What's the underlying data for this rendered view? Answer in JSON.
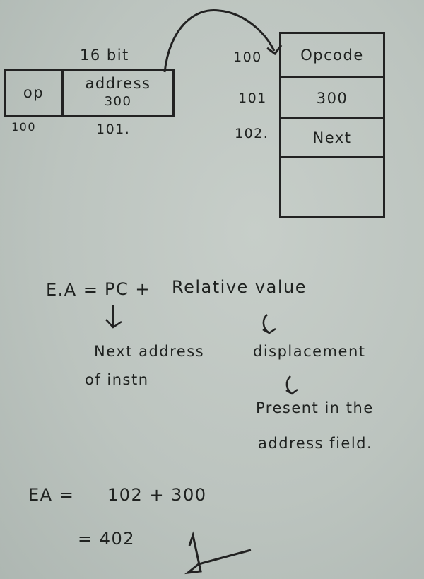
{
  "instruction_format": {
    "width_label": "16 bit",
    "fields": [
      {
        "label": "op"
      },
      {
        "label": "address",
        "value": "300"
      }
    ],
    "addresses": [
      "100",
      "101."
    ]
  },
  "memory": {
    "rows": [
      {
        "address": "100",
        "content": "Opcode"
      },
      {
        "address": "101",
        "content": "300"
      },
      {
        "address": "102.",
        "content": "Next"
      },
      {
        "address": "",
        "content": ""
      }
    ]
  },
  "formula": {
    "lhs": "E.A =",
    "term1": "PC +",
    "term2": "Relative value",
    "term1_note": [
      "Next address",
      "of instn"
    ],
    "term2_note": "displacement",
    "term2_note2": [
      "Present in the",
      "address field."
    ]
  },
  "calculation": {
    "line1_lhs": "EA =",
    "line1_rhs": "102 + 300",
    "line2": "= 402"
  }
}
